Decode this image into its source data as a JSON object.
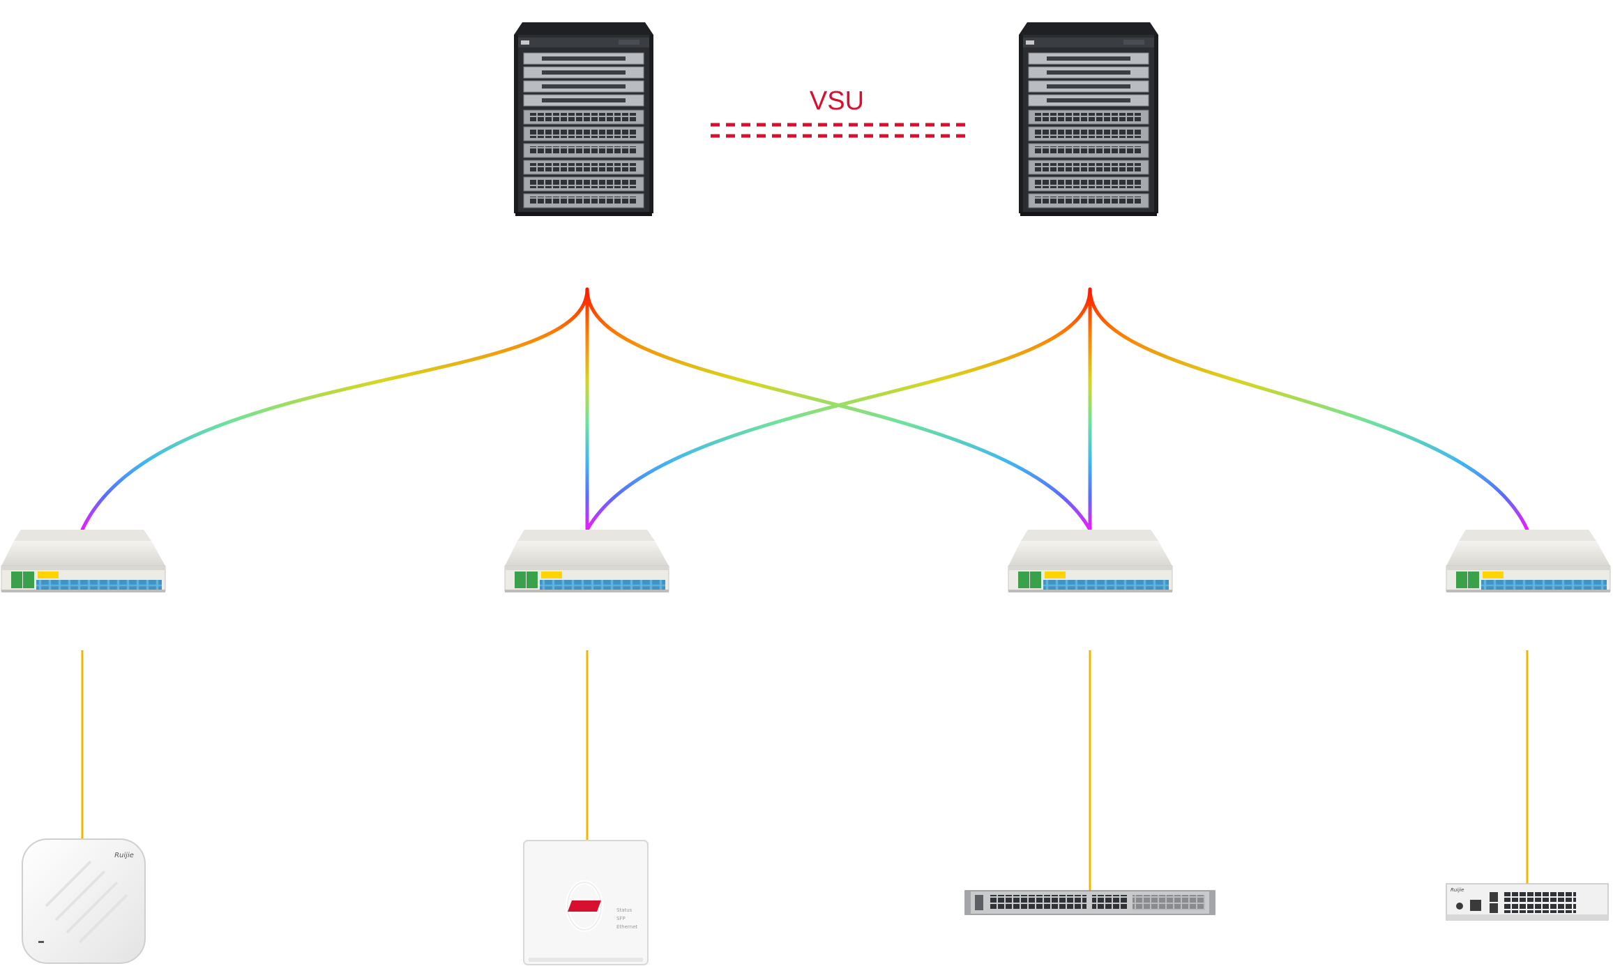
{
  "diagram": {
    "vsu_label": "VSU",
    "colors": {
      "vsu": "#d6102e",
      "uplink_top": "#ff1a00",
      "uplink_bottom": "#e11cff",
      "access_link": "#f2b800",
      "chassis": "#2b2d31",
      "splitter_body": "#ecebe6",
      "splitter_ports": "#3aa6e0",
      "splitter_red": "#e02020",
      "brand_red": "#d6102e"
    },
    "core_switches": [
      {
        "id": "core-1",
        "icon": "chassis-switch-icon"
      },
      {
        "id": "core-2",
        "icon": "chassis-switch-icon"
      }
    ],
    "splitters": [
      {
        "id": "splitter-1",
        "icon": "optical-splitter-icon"
      },
      {
        "id": "splitter-2",
        "icon": "optical-splitter-icon"
      },
      {
        "id": "splitter-3",
        "icon": "optical-splitter-icon"
      },
      {
        "id": "splitter-4",
        "icon": "optical-splitter-icon"
      }
    ],
    "endpoints": [
      {
        "id": "access-point",
        "icon": "wireless-access-point-icon",
        "brand": "Ruijie"
      },
      {
        "id": "panel-ap",
        "icon": "wall-panel-ap-icon",
        "panel_lines": [
          "Status",
          "SFP",
          "Ethernet"
        ]
      },
      {
        "id": "rack-switch",
        "icon": "rack-switch-icon"
      },
      {
        "id": "desktop-switch",
        "icon": "desktop-switch-icon",
        "brand": "Ruijie"
      }
    ]
  }
}
